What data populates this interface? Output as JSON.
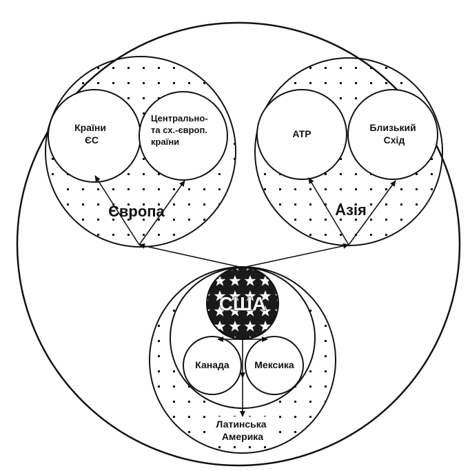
{
  "diagram": {
    "europe": {
      "label": "Європа",
      "eu_label": [
        "Країни",
        "ЄС"
      ],
      "central_label": [
        "Центрально-",
        "та сх.-європ.",
        "країни"
      ]
    },
    "asia": {
      "label": "Азія",
      "apr_label": "АТР",
      "middle_east_label": [
        "Близький",
        "Схід"
      ]
    },
    "americas": {
      "usa_label": "США",
      "canada_label": "Канада",
      "mexico_label": "Мексика",
      "latin_america_label": [
        "Латинська",
        "Америка"
      ]
    }
  }
}
